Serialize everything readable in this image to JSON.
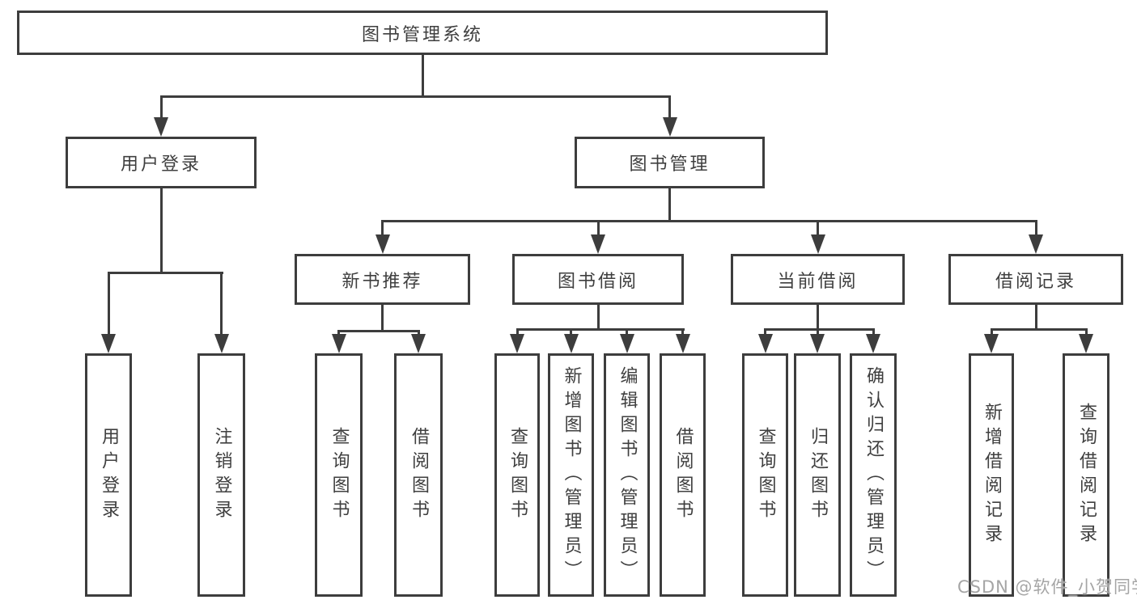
{
  "diagram": {
    "root": "图书管理系统",
    "level2": [
      "用户登录",
      "图书管理"
    ],
    "level3": [
      "新书推荐",
      "图书借阅",
      "当前借阅",
      "借阅记录"
    ],
    "leaves": {
      "user_login": [
        "用户登录",
        "注销登录"
      ],
      "new_book_recommend": [
        "查询图书",
        "借阅图书"
      ],
      "book_borrow": [
        "查询图书",
        "新增图书（管理员）",
        "编辑图书（管理员）",
        "借阅图书"
      ],
      "current_borrow": [
        "查询图书",
        "归还图书",
        "确认归还（管理员）"
      ],
      "borrow_records": [
        "新增借阅记录",
        "查询借阅记录"
      ]
    },
    "colors": {
      "line": "#3d3d3d",
      "text": "#3f3f3f",
      "watermark": "#a5a5a5",
      "background": "#ffffff"
    }
  },
  "watermark": "CSDN @软件_小贺同学"
}
